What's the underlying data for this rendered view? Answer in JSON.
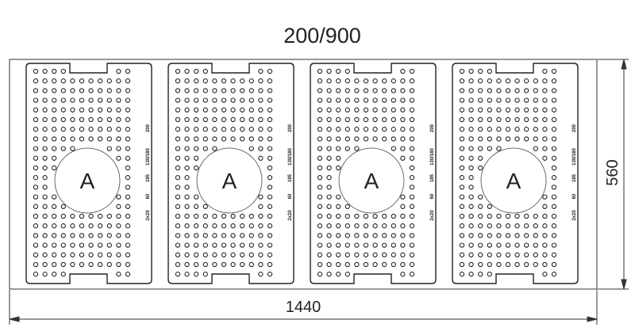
{
  "drawing": {
    "title": "200/900",
    "width_dim": "1440",
    "height_dim": "560",
    "panel_count": 4,
    "panel_label": "A",
    "side_marks": [
      "200",
      "130/180",
      "185",
      "60",
      "2x20"
    ],
    "hole_grid": {
      "cols": 11,
      "rows": 22
    }
  }
}
